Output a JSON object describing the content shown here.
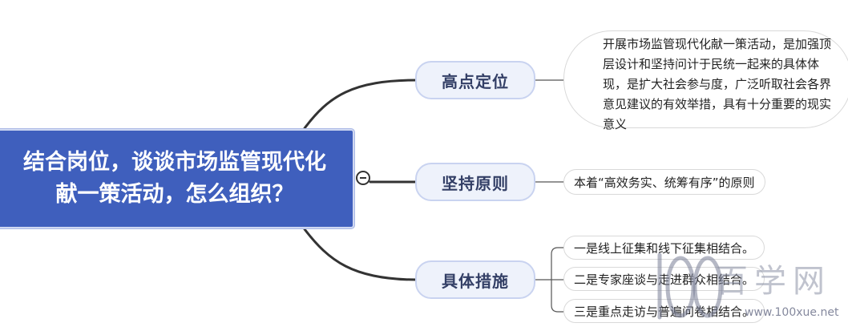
{
  "root": {
    "title": "结合岗位，谈谈市场监管现代化献一策活动，怎么组织？"
  },
  "branches": [
    {
      "label": "高点定位",
      "leaves": [
        "开展市场监管现代化献一策活动，是加强顶层设计和坚持问计于民统一起来的具体体现，是扩大社会参与度，广泛听取社会各界意见建议的有效举措，具有十分重要的现实意义"
      ]
    },
    {
      "label": "坚持原则",
      "leaves": [
        "本着“高效务实、统筹有序”的原则"
      ]
    },
    {
      "label": "具体措施",
      "leaves": [
        "一是线上征集和线下征集相结合。",
        "二是专家座谈与走进群众相结合。",
        "三是重点走访与普遍问卷相结合。"
      ]
    }
  ],
  "watermark": {
    "text": "百学网",
    "url": "www.100xue.net",
    "number": "100"
  },
  "colors": {
    "root_fill": "#3f5fbd",
    "branch_fill": "#eef2fb",
    "branch_border": "#c9d3f0",
    "connector": "#333333"
  }
}
